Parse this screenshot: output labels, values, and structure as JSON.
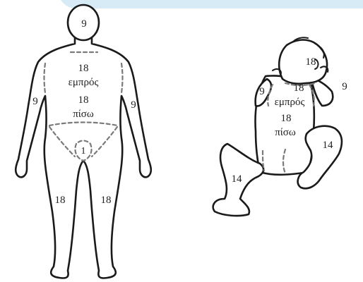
{
  "adult": {
    "head": "9",
    "trunk_front_value": "18",
    "trunk_front_label": "εμπρός",
    "trunk_back_value": "18",
    "trunk_back_label": "πίσω",
    "right_arm": "9",
    "left_arm": "9",
    "genitals": "1",
    "right_leg": "18",
    "left_leg": "18"
  },
  "infant": {
    "head": "18",
    "right_arm": "9",
    "left_arm": "9",
    "trunk_front_value": "18",
    "trunk_front_label": "εμπρός",
    "trunk_back_value": "18",
    "trunk_back_label": "πίσω",
    "right_leg": "14",
    "left_leg": "14"
  }
}
